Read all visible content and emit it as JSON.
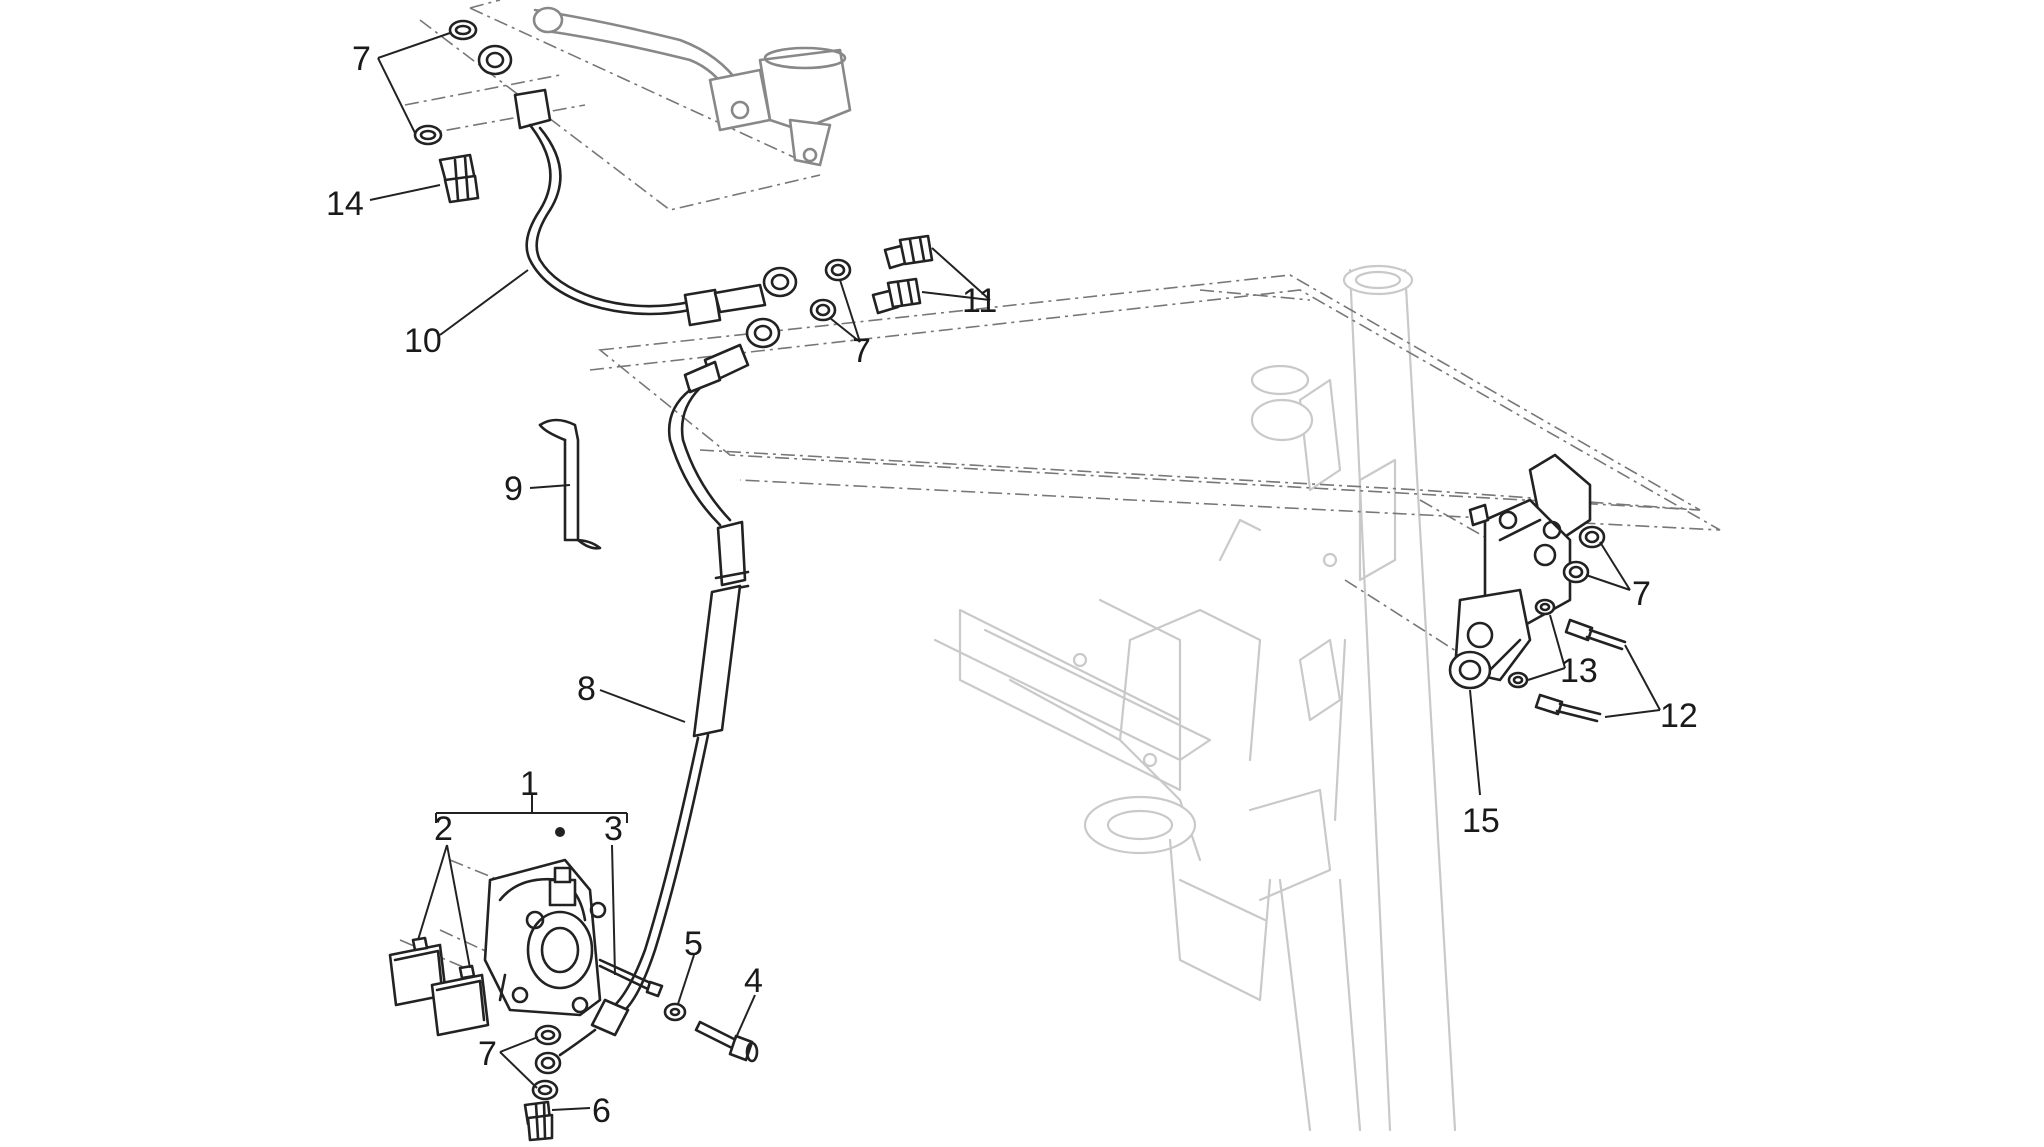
{
  "callouts": {
    "c1": "1",
    "c2": "2",
    "c3": "3",
    "c4": "4",
    "c5": "5",
    "c6": "6",
    "c7_top": "7",
    "c7_mid": "7",
    "c7_bottom": "7",
    "c7_right": "7",
    "c8": "8",
    "c9": "9",
    "c10": "10",
    "c11": "11",
    "c12": "12",
    "c13": "13",
    "c14": "14",
    "c15": "15"
  },
  "colors": {
    "line": "#222222",
    "faint_frame": "#c9c9c9",
    "background": "#ffffff"
  }
}
